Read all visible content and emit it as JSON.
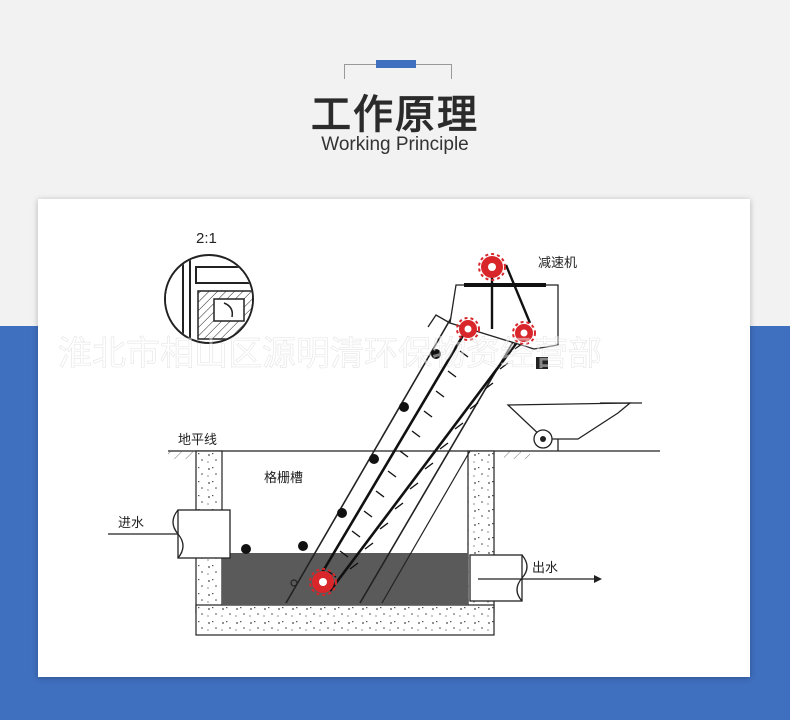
{
  "header": {
    "title_cn": "工作原理",
    "title_en": "Working Principle"
  },
  "diagram": {
    "scale_label": "2:1",
    "labels": {
      "reducer": "减速机",
      "ground_level": "地平线",
      "screen_channel": "格栅槽",
      "water_inlet": "进水",
      "water_outlet": "出水"
    },
    "watermark": "淮北市相山区源明清环保物资经营部"
  },
  "colors": {
    "accent_blue": "#3f6fbf",
    "sprocket_red": "#d8262b",
    "water": "#5a5a5a"
  }
}
